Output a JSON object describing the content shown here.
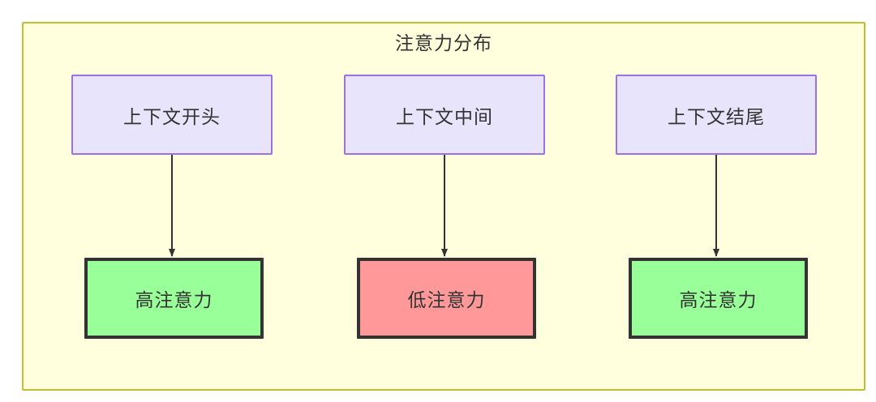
{
  "diagram": {
    "title": "注意力分布",
    "background_color": "#ffffdd",
    "border_color": "#bfbf33",
    "top_nodes": [
      {
        "label": "上下文开头",
        "fill": "#e8e4fb",
        "stroke": "#9d72e0"
      },
      {
        "label": "上下文中间",
        "fill": "#e8e4fb",
        "stroke": "#9d72e0"
      },
      {
        "label": "上下文结尾",
        "fill": "#e8e4fb",
        "stroke": "#9d72e0"
      }
    ],
    "bottom_nodes": [
      {
        "label": "高注意力",
        "fill": "#99ff99",
        "stroke": "#333333"
      },
      {
        "label": "低注意力",
        "fill": "#ff9999",
        "stroke": "#333333"
      },
      {
        "label": "高注意力",
        "fill": "#99ff99",
        "stroke": "#333333"
      }
    ],
    "edges": [
      {
        "from": "上下文开头",
        "to": "高注意力",
        "label": ""
      },
      {
        "from": "上下文中间",
        "to": "低注意力",
        "label": ""
      },
      {
        "from": "上下文结尾",
        "to": "高注意力",
        "label": ""
      }
    ]
  }
}
